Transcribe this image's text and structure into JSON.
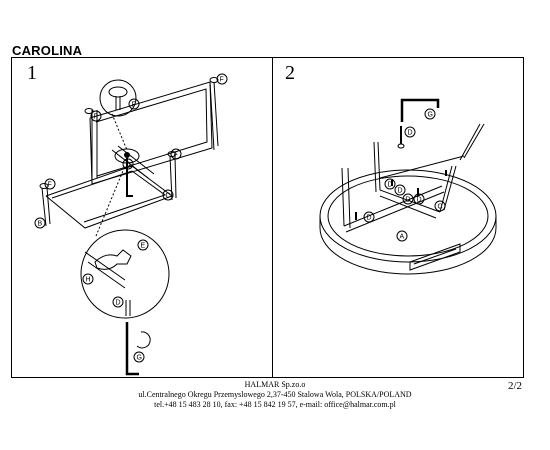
{
  "document": {
    "title": "CAROLINA",
    "page": "2/2",
    "steps": [
      "1",
      "2"
    ]
  },
  "footer": {
    "company": "HALMAR Sp.zo.o",
    "address": "ul.Centralnego Okregu Przemyslowego 2,37-450 Stalowa Wola, POLSKA/POLAND",
    "contact": "tel.+48 15 483 28 10, fax: +48 15 842 19 57, e-mail: office@halmar.com.pl"
  },
  "part_labels": {
    "a": "A",
    "b": "B",
    "c": "C",
    "d": "D",
    "e": "E",
    "f": "F",
    "g": "G",
    "h": "H"
  }
}
